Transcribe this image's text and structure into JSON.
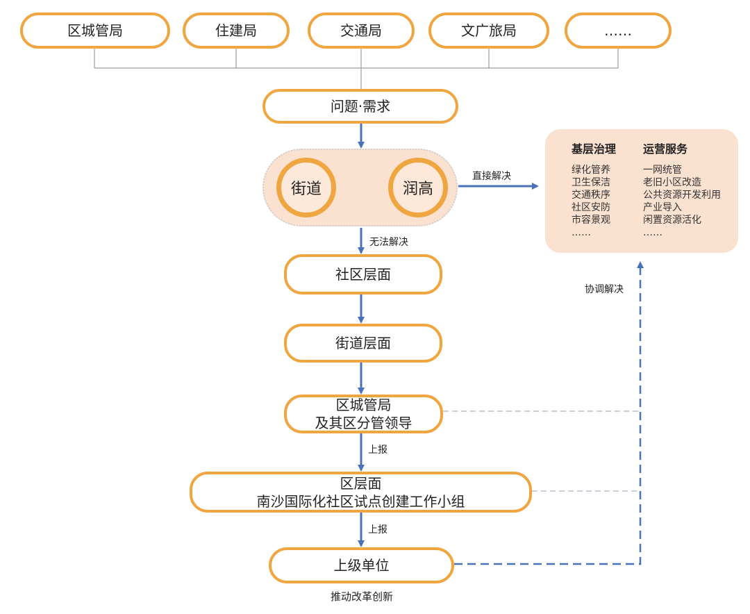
{
  "top_agencies": [
    "区城管局",
    "住建局",
    "交通局",
    "文广旅局",
    "……"
  ],
  "nodes": {
    "problem": "问题·需求",
    "street": "街道",
    "runhao": "润高",
    "community": "社区层面",
    "street_level": "街道层面",
    "district_bureau": [
      "区城管局",
      "及其区分管领导"
    ],
    "district_level": [
      "区层面",
      "南沙国际化社区试点创建工作小组"
    ],
    "superior": "上级单位"
  },
  "labels": {
    "direct": "直接解决",
    "unable": "无法解决",
    "coordinate": "协调解决",
    "report1": "上报",
    "report2": "上报",
    "reform": "推动改革创新"
  },
  "panel": {
    "governance": {
      "title": "基层治理",
      "items": [
        "绿化管养",
        "卫生保洁",
        "交通秩序",
        "社区安防",
        "市容景观",
        "……"
      ]
    },
    "operations": {
      "title": "运营服务",
      "items": [
        "一网统管",
        "老旧小区改造",
        "公共资源开发利用",
        "产业导入",
        "闲置资源活化",
        "……"
      ]
    }
  },
  "colors": {
    "box_border": "#f0a640",
    "arrow": "#4a72b8",
    "panel_bg": "#fbe1d0",
    "connector": "#9a9a9a"
  }
}
